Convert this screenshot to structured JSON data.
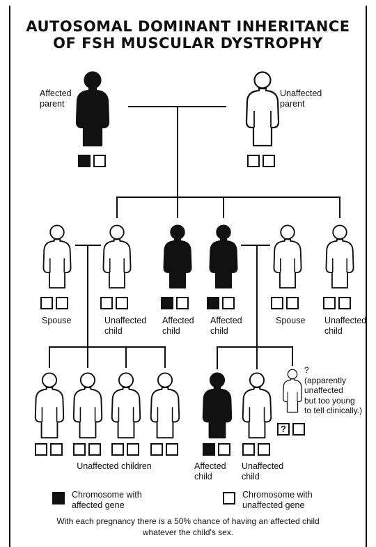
{
  "title": {
    "line1": "AUTOSOMAL DOMINANT INHERITANCE",
    "line2": "OF FSH MUSCULAR DYSTROPHY"
  },
  "parents": {
    "affected": {
      "line1": "Affected",
      "line2": "parent",
      "status": "affected",
      "genes": [
        "affected",
        "unaffected"
      ]
    },
    "unaffected": {
      "line1": "Unaffected",
      "line2": "parent",
      "status": "unaffected",
      "genes": [
        "unaffected",
        "unaffected"
      ]
    }
  },
  "generation2": [
    {
      "line1": "Spouse",
      "line2": "",
      "status": "unaffected",
      "genes": [
        "unaffected",
        "unaffected"
      ]
    },
    {
      "line1": "Unaffected",
      "line2": "child",
      "status": "unaffected",
      "genes": [
        "unaffected",
        "unaffected"
      ]
    },
    {
      "line1": "Affected",
      "line2": "child",
      "status": "affected",
      "genes": [
        "affected",
        "unaffected"
      ]
    },
    {
      "line1": "Affected",
      "line2": "child",
      "status": "affected",
      "genes": [
        "affected",
        "unaffected"
      ]
    },
    {
      "line1": "Spouse",
      "line2": "",
      "status": "unaffected",
      "genes": [
        "unaffected",
        "unaffected"
      ]
    },
    {
      "line1": "Unaffected",
      "line2": "child",
      "status": "unaffected",
      "genes": [
        "unaffected",
        "unaffected"
      ]
    }
  ],
  "generation3_left": {
    "label": "Unaffected children",
    "count": 4,
    "genes": [
      "unaffected",
      "unaffected"
    ]
  },
  "generation3_right": [
    {
      "line1": "Affected",
      "line2": "child",
      "status": "affected",
      "genes": [
        "affected",
        "unaffected"
      ]
    },
    {
      "line1": "Unaffected",
      "line2": "child",
      "status": "unaffected",
      "genes": [
        "unaffected",
        "unaffected"
      ]
    },
    {
      "status": "unknown",
      "genes": [
        "unknown",
        "unaffected"
      ],
      "marker": "?",
      "note": [
        "?",
        "(apparently",
        "unaffected",
        "but too young",
        "to tell clinically.)"
      ]
    }
  ],
  "legend": {
    "affected": {
      "line1": "Chromosome with",
      "line2": "affected gene"
    },
    "unaffected": {
      "line1": "Chromosome with",
      "line2": "unaffected gene"
    }
  },
  "footer": {
    "line1": "With each pregnancy there is a 50% chance of having an affected child",
    "line2": "whatever the child's sex."
  },
  "colors": {
    "affected": "#111111",
    "unaffected": "#ffffff",
    "stroke": "#111111"
  }
}
